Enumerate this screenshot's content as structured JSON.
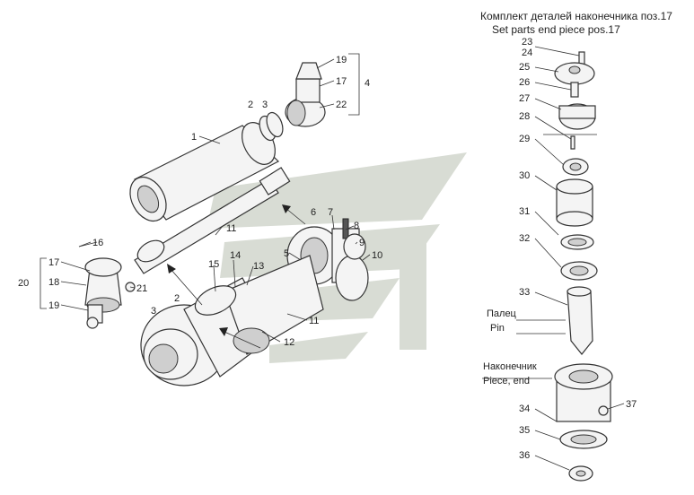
{
  "kit_caption": {
    "ru": "Комплект деталей наконечника поз.17",
    "en": "Set parts end piece pos.17"
  },
  "pin_label": {
    "ru": "Палец",
    "en": "Pin"
  },
  "end_piece_label": {
    "ru": "Наконечник",
    "en": "Piece, end"
  },
  "callouts": {
    "c1": "1",
    "c2a": "2",
    "c2b": "2",
    "c3a": "3",
    "c3b": "3",
    "c4": "4",
    "c5": "5",
    "c6": "6",
    "c7": "7",
    "c8": "8",
    "c9": "9",
    "c10": "10",
    "c11a": "11",
    "c11b": "11",
    "c12": "12",
    "c13": "13",
    "c14": "14",
    "c15": "15",
    "c16": "16",
    "c17a": "17",
    "c17b": "17",
    "c18": "18",
    "c19a": "19",
    "c19b": "19",
    "c20": "20",
    "c21": "21",
    "c22": "22",
    "c23": "23",
    "c24": "24",
    "c25": "25",
    "c26": "26",
    "c27": "27",
    "c28": "28",
    "c29": "29",
    "c30": "30",
    "c31": "31",
    "c32": "32",
    "c33": "33",
    "c34": "34",
    "c35": "35",
    "c36": "36",
    "c37": "37"
  },
  "colors": {
    "line": "#333333",
    "watermark": "#d8dcd4",
    "background": "#ffffff"
  }
}
